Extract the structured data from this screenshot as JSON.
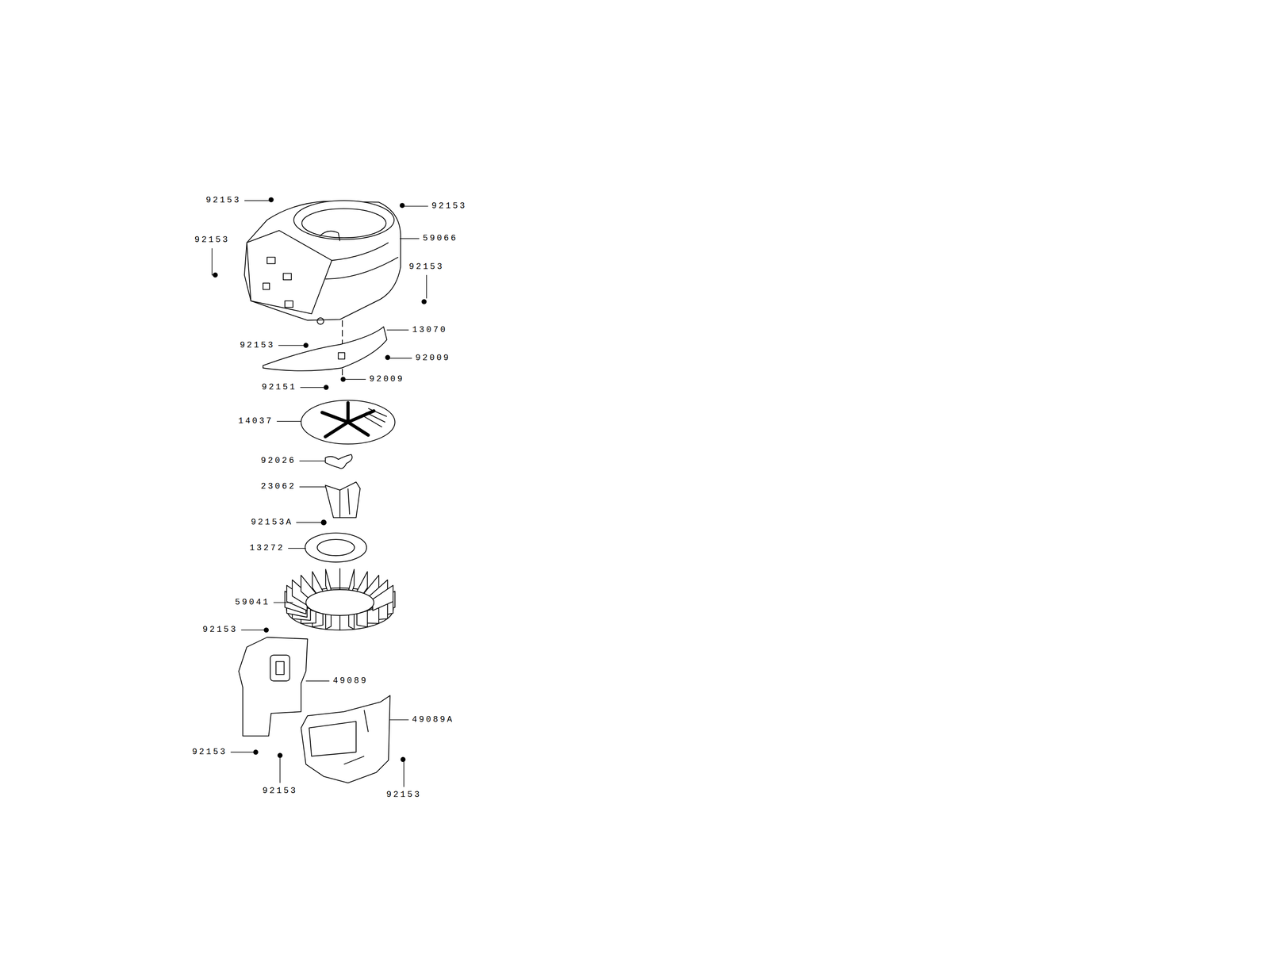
{
  "diagram": {
    "labels": [
      "92153",
      "92153",
      "59066",
      "92153",
      "92153",
      "13070",
      "92153",
      "92009",
      "92009",
      "92151",
      "14037",
      "92026",
      "23062",
      "92153A",
      "13272",
      "59041",
      "92153",
      "49089",
      "49089A",
      "92153",
      "92153",
      "92153"
    ]
  }
}
